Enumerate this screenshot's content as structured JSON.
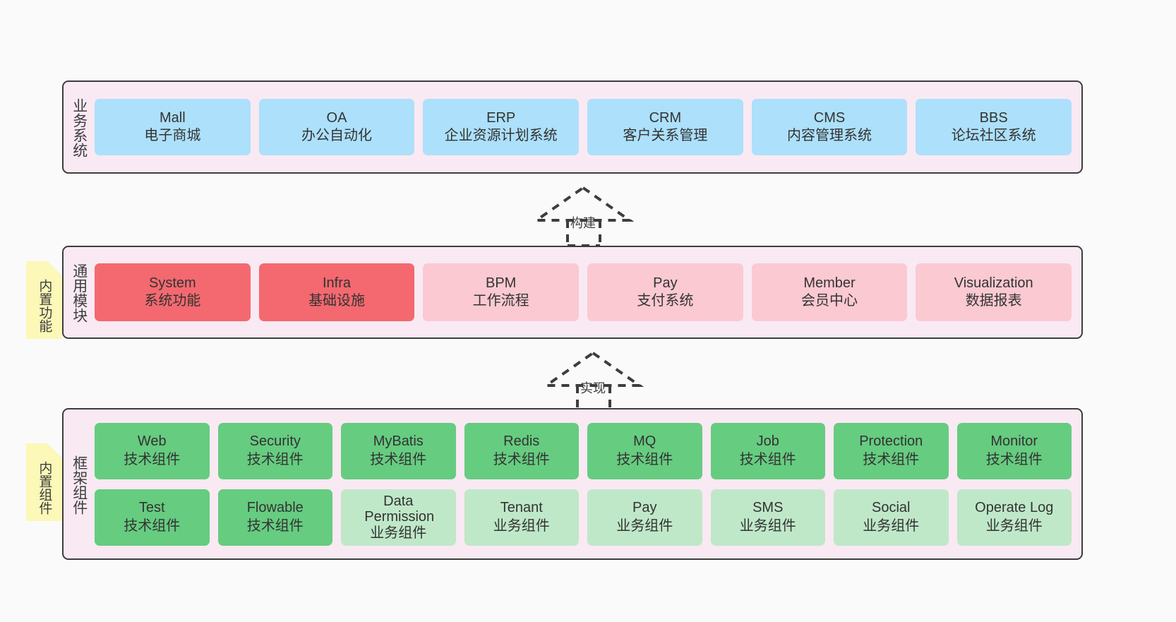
{
  "diagram": {
    "background": "#fafafa",
    "container_fill": "#f9e9f3",
    "container_border": "#3d3d3d",
    "colors": {
      "business": "#ade0fb",
      "module_core": "#f4696f",
      "module_optional": "#fbc9d2",
      "framework_tech": "#66cc80",
      "framework_business": "#bfe8c8",
      "note": "#fbf8b8",
      "note_fold": "#cfcfcf"
    }
  },
  "layers": {
    "business": {
      "caption": "业务系统",
      "nodes": [
        {
          "en": "Mall",
          "cn": "电子商城"
        },
        {
          "en": "OA",
          "cn": "办公自动化"
        },
        {
          "en": "ERP",
          "cn": "企业资源计划系统"
        },
        {
          "en": "CRM",
          "cn": "客户关系管理"
        },
        {
          "en": "CMS",
          "cn": "内容管理系统"
        },
        {
          "en": "BBS",
          "cn": "论坛社区系统"
        }
      ]
    },
    "module": {
      "caption": "通用模块",
      "note": "内置功能",
      "nodes": [
        {
          "en": "System",
          "cn": "系统功能",
          "style": "core"
        },
        {
          "en": "Infra",
          "cn": "基础设施",
          "style": "core"
        },
        {
          "en": "BPM",
          "cn": "工作流程",
          "style": "optional"
        },
        {
          "en": "Pay",
          "cn": "支付系统",
          "style": "optional"
        },
        {
          "en": "Member",
          "cn": "会员中心",
          "style": "optional"
        },
        {
          "en": "Visualization",
          "cn": "数据报表",
          "style": "optional"
        }
      ]
    },
    "framework": {
      "caption": "框架组件",
      "note": "内置组件",
      "row1": [
        {
          "en": "Web",
          "cn": "技术组件"
        },
        {
          "en": "Security",
          "cn": "技术组件"
        },
        {
          "en": "MyBatis",
          "cn": "技术组件"
        },
        {
          "en": "Redis",
          "cn": "技术组件"
        },
        {
          "en": "MQ",
          "cn": "技术组件"
        },
        {
          "en": "Job",
          "cn": "技术组件"
        },
        {
          "en": "Protection",
          "cn": "技术组件"
        },
        {
          "en": "Monitor",
          "cn": "技术组件"
        }
      ],
      "row2": [
        {
          "en": "Test",
          "cn": "技术组件",
          "style": "tech"
        },
        {
          "en": "Flowable",
          "cn": "技术组件",
          "style": "tech"
        },
        {
          "en": "Data Permission",
          "cn": "业务组件",
          "style": "business"
        },
        {
          "en": "Tenant",
          "cn": "业务组件",
          "style": "business"
        },
        {
          "en": "Pay",
          "cn": "业务组件",
          "style": "business"
        },
        {
          "en": "SMS",
          "cn": "业务组件",
          "style": "business"
        },
        {
          "en": "Social",
          "cn": "业务组件",
          "style": "business"
        },
        {
          "en": "Operate Log",
          "cn": "业务组件",
          "style": "business"
        }
      ]
    }
  },
  "connectors": [
    {
      "label": "构建",
      "from": "module",
      "to": "business"
    },
    {
      "label": "实现",
      "from": "framework",
      "to": "module"
    }
  ]
}
